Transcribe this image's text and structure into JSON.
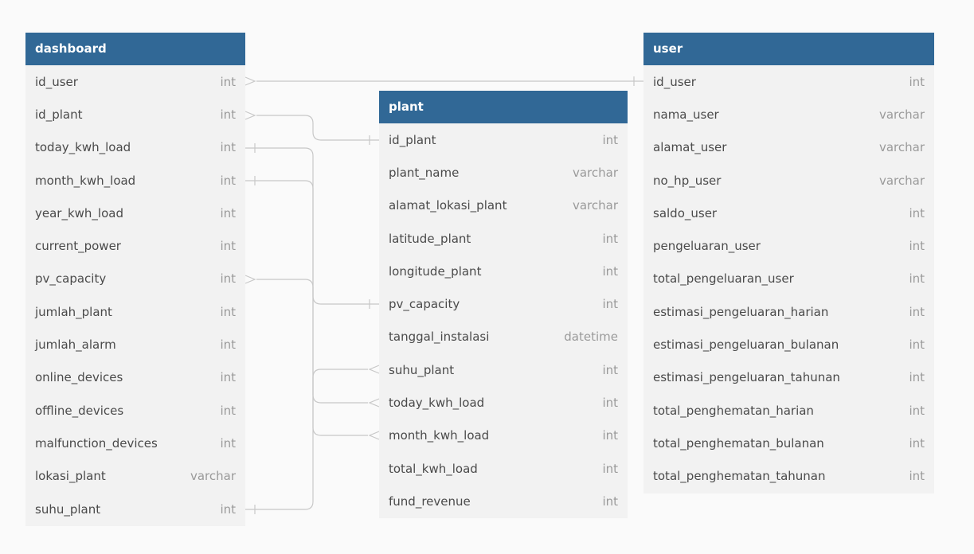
{
  "tables": {
    "dashboard": {
      "title": "dashboard",
      "columns": [
        {
          "name": "id_user",
          "type": "int"
        },
        {
          "name": "id_plant",
          "type": "int"
        },
        {
          "name": "today_kwh_load",
          "type": "int"
        },
        {
          "name": "month_kwh_load",
          "type": "int"
        },
        {
          "name": "year_kwh_load",
          "type": "int"
        },
        {
          "name": "current_power",
          "type": "int"
        },
        {
          "name": "pv_capacity",
          "type": "int"
        },
        {
          "name": "jumlah_plant",
          "type": "int"
        },
        {
          "name": "jumlah_alarm",
          "type": "int"
        },
        {
          "name": "online_devices",
          "type": "int"
        },
        {
          "name": "offline_devices",
          "type": "int"
        },
        {
          "name": "malfunction_devices",
          "type": "int"
        },
        {
          "name": "lokasi_plant",
          "type": "varchar"
        },
        {
          "name": "suhu_plant",
          "type": "int"
        }
      ]
    },
    "plant": {
      "title": "plant",
      "columns": [
        {
          "name": "id_plant",
          "type": "int"
        },
        {
          "name": "plant_name",
          "type": "varchar"
        },
        {
          "name": "alamat_lokasi_plant",
          "type": "varchar"
        },
        {
          "name": "latitude_plant",
          "type": "int"
        },
        {
          "name": "longitude_plant",
          "type": "int"
        },
        {
          "name": "pv_capacity",
          "type": "int"
        },
        {
          "name": "tanggal_instalasi",
          "type": "datetime"
        },
        {
          "name": "suhu_plant",
          "type": "int"
        },
        {
          "name": "today_kwh_load",
          "type": "int"
        },
        {
          "name": "month_kwh_load",
          "type": "int"
        },
        {
          "name": "total_kwh_load",
          "type": "int"
        },
        {
          "name": "fund_revenue",
          "type": "int"
        }
      ]
    },
    "user": {
      "title": "user",
      "columns": [
        {
          "name": "id_user",
          "type": "int"
        },
        {
          "name": "nama_user",
          "type": "varchar"
        },
        {
          "name": "alamat_user",
          "type": "varchar"
        },
        {
          "name": "no_hp_user",
          "type": "varchar"
        },
        {
          "name": "saldo_user",
          "type": "int"
        },
        {
          "name": "pengeluaran_user",
          "type": "int"
        },
        {
          "name": "total_pengeluaran_user",
          "type": "int"
        },
        {
          "name": "estimasi_pengeluaran_harian",
          "type": "int"
        },
        {
          "name": "estimasi_pengeluaran_bulanan",
          "type": "int"
        },
        {
          "name": "estimasi_pengeluaran_tahunan",
          "type": "int"
        },
        {
          "name": "total_penghematan_harian",
          "type": "int"
        },
        {
          "name": "total_penghematan_bulanan",
          "type": "int"
        },
        {
          "name": "total_penghematan_tahunan",
          "type": "int"
        }
      ]
    }
  },
  "colors": {
    "header_bg": "#316896",
    "header_text": "#ffffff",
    "table_bg": "#f2f2f2",
    "canvas_bg": "#fafafa",
    "column_name": "#4a4a4a",
    "column_type": "#9a9a9a",
    "connector": "#c8c8c8"
  }
}
